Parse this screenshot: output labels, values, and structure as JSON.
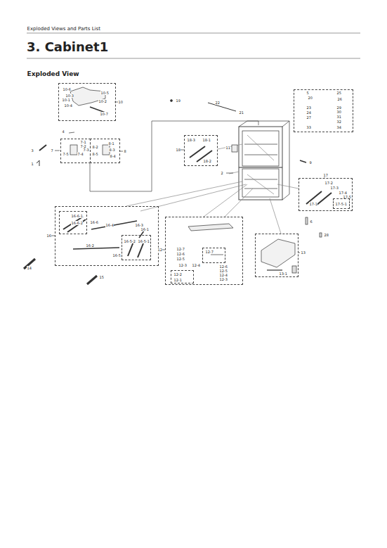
{
  "diagram": {
    "title": "3. Cabinet1",
    "nodes": [
      {
        "text": [
          "10-6",
          "10-5",
          "10-3",
          "10-1",
          "10-2",
          "10-4",
          "10-7"
        ]
      },
      {
        "text": [
          "7-1",
          "7-2",
          "7-3",
          "7-5",
          "7-4"
        ]
      },
      {
        "text": [
          "8-1",
          "8-2",
          "8-3",
          "8-5",
          "8-4"
        ]
      },
      {
        "text": [
          "5",
          "25",
          "20",
          "26",
          "23",
          "29",
          "24",
          "30",
          "27",
          "31",
          "32",
          "33",
          "34"
        ]
      },
      {
        "text": [
          "18-3",
          "18-1",
          "18-2"
        ]
      },
      {
        "text": [
          "17-2",
          "17-3",
          "17-4",
          "17-1",
          "17-5"
        ]
      },
      {
        "text": [
          "17-5-1"
        ],
        "in": 5
      },
      {
        "text": [
          "16-6",
          "16-4",
          "16-3",
          "16-1",
          "16-2",
          "16-5"
        ]
      },
      {
        "text": [
          "16-6-1",
          "16-6-2"
        ],
        "in": 7
      },
      {
        "text": [
          "16-5-2",
          "16-5-1"
        ],
        "in": 7
      },
      {
        "text": [
          "12-7",
          "12-6",
          "12-5",
          "12-3",
          "12-4",
          "12-6",
          "12-5",
          "12-4",
          "12-3"
        ]
      },
      {
        "text": [
          "12-7"
        ],
        "in": 10
      },
      {
        "text": [
          "12-2",
          "12-1"
        ],
        "in": 10
      },
      {
        "text": [
          "13-1"
        ]
      }
    ],
    "labels": [
      "Exploded Views and Parts List",
      "Exploded View",
      "10",
      "7",
      "8",
      "4",
      "3",
      "1",
      "19",
      "22",
      "21",
      "18",
      "11",
      "2",
      "9",
      "17",
      "6",
      "28",
      "16",
      "14",
      "15",
      "12",
      "13"
    ]
  }
}
